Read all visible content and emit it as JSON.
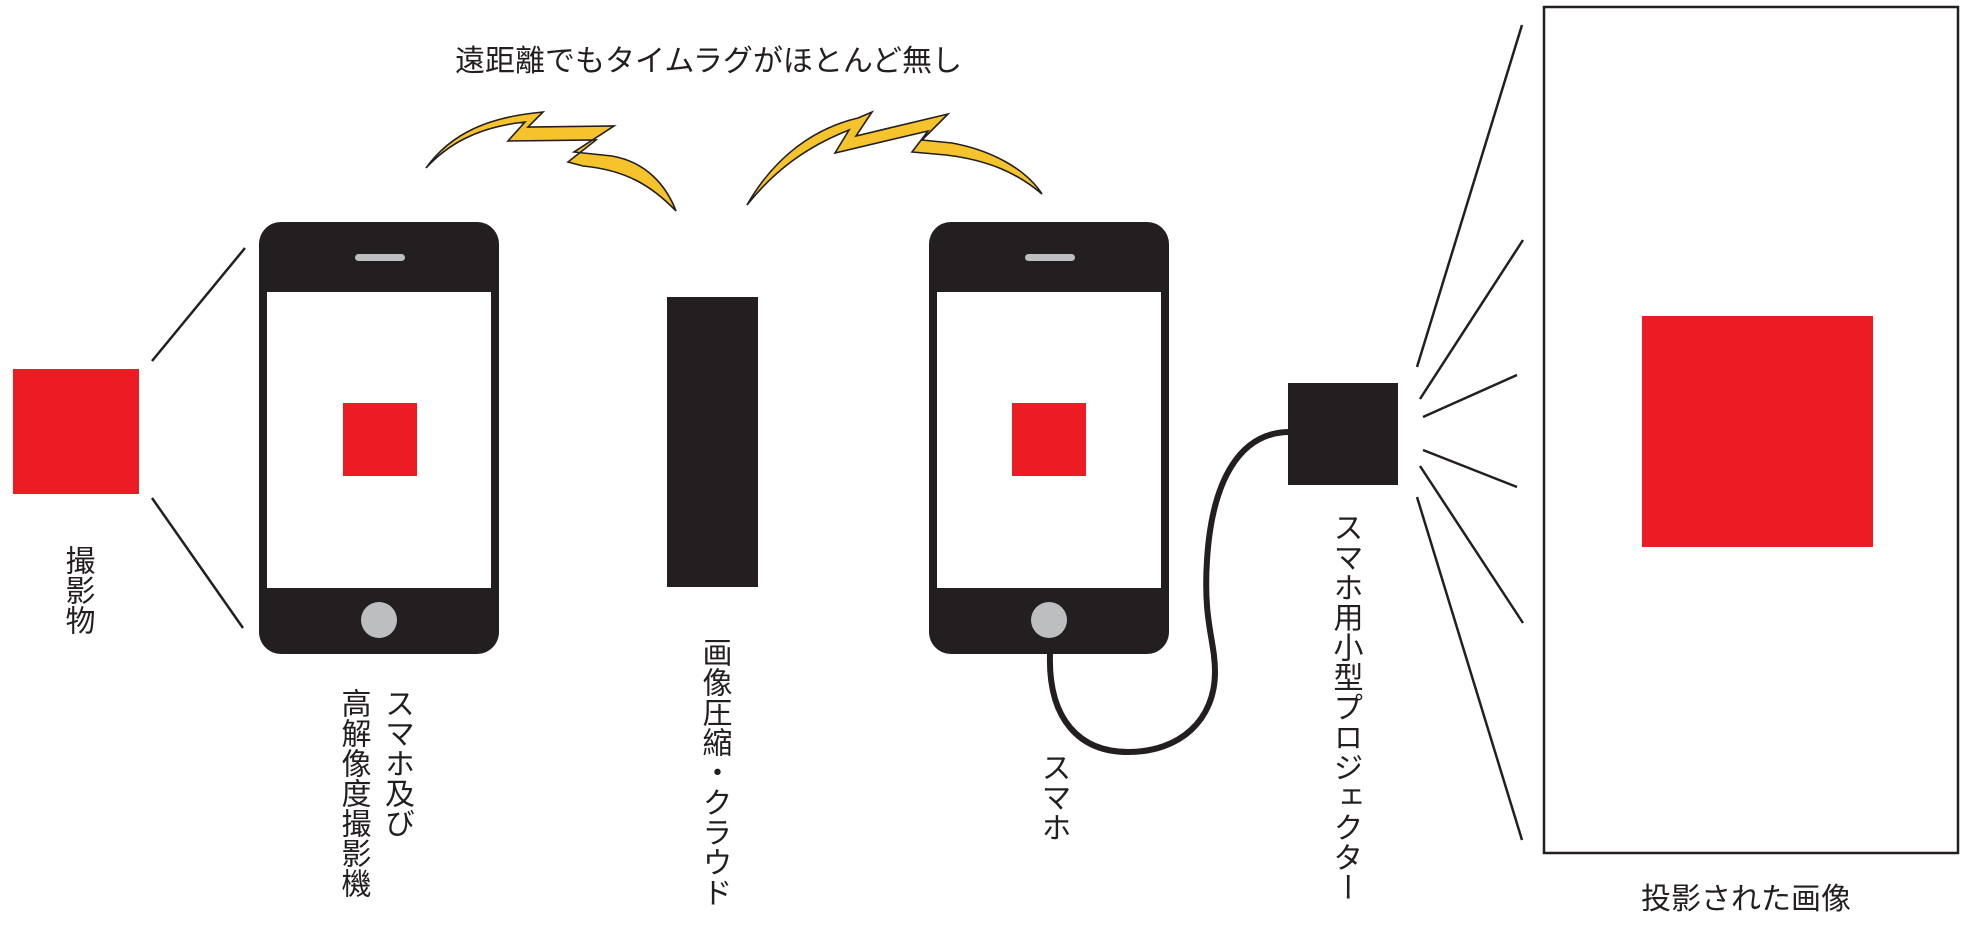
{
  "caption": "遠距離でもタイムラグがほとんど無し",
  "subject_label": "撮影物",
  "camera_label_line1": "スマホ及び",
  "camera_label_line2": "高解像度撮影機",
  "cloud_label": "画像圧縮・クラウド",
  "phone_label": "スマホ",
  "projector_label": "スマホ用小型プロジェクター",
  "projected_label": "投影された画像",
  "colors": {
    "subject": "#ed1c24",
    "device": "#231f20",
    "signal": "#f5c32c",
    "line": "#231f20"
  }
}
